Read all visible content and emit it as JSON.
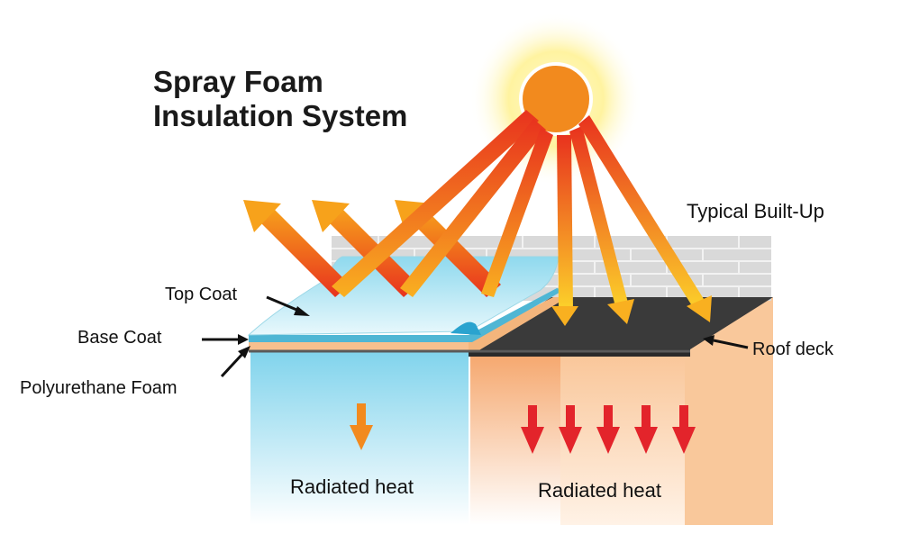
{
  "title": {
    "line1": "Spray Foam",
    "line2": "Insulation System"
  },
  "labels": {
    "typical_built_up": "Typical Built-Up",
    "top_coat": "Top Coat",
    "base_coat": "Base Coat",
    "polyurethane_foam": "Polyurethane Foam",
    "roof_deck": "Roof deck",
    "radiated_heat_left": "Radiated heat",
    "radiated_heat_right": "Radiated heat"
  },
  "heat_arrows": {
    "left_count": 1,
    "right_count": 5
  },
  "colors": {
    "sun_core": "#f28a1e",
    "sun_glow": "#fff3a0",
    "ray_hot": "#e8321e",
    "ray_warm": "#f7a21b",
    "foam_blue": "#7fd3e8",
    "foam_pale": "#eaf7fb",
    "deck_dark": "#3a3a3a",
    "warm_tan": "#f7c79c",
    "brick_gray": "#d9d9d9",
    "heat_arrow_orange": "#f28a1e",
    "heat_arrow_red": "#e3242b"
  }
}
